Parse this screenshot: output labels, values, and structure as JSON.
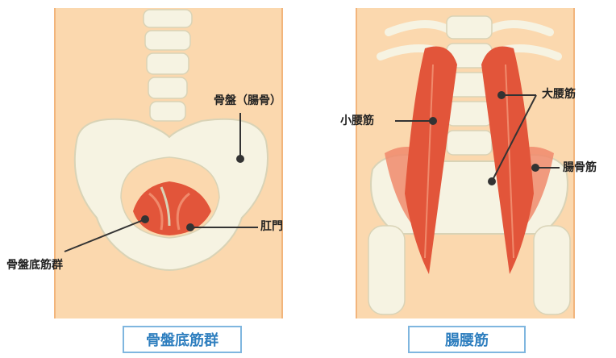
{
  "left_panel": {
    "labels": {
      "pelvis": "骨盤（腸骨）",
      "anus": "肛門",
      "pelvic_floor": "骨盤底筋群"
    },
    "caption": "骨盤底筋群"
  },
  "right_panel": {
    "labels": {
      "psoas_major": "大腰筋",
      "psoas_minor": "小腰筋",
      "iliacus": "腸骨筋"
    },
    "caption": "腸腰筋"
  },
  "colors": {
    "skin": "#fbd8ae",
    "skin_edge": "#f2b57c",
    "bone": "#f6f3e2",
    "bone_edge": "#d9d3b6",
    "muscle": "#e2553a",
    "muscle_light": "#f08a6c",
    "caption_border": "#7fb6df",
    "caption_text": "#2f7fbf"
  }
}
